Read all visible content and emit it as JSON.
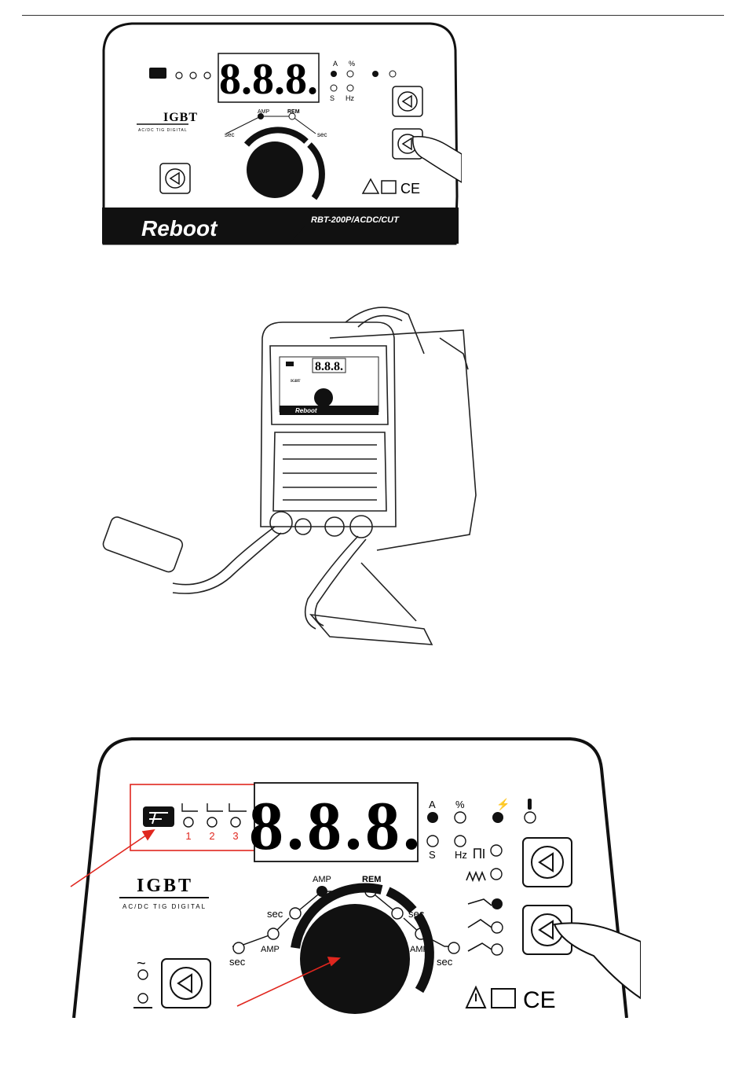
{
  "panel": {
    "brand_igbt": "IGBT",
    "brand_sub": "AC/DC TIG DIGITAL",
    "brand_logo": "Reboot",
    "model": "RBT-200P/ACDC/CUT",
    "display_value": "8.8.8.",
    "unit_a": "A",
    "unit_pct": "%",
    "unit_s": "S",
    "unit_hz": "Hz",
    "label_amp": "AMP",
    "label_rem": "REM",
    "label_sec": "sec",
    "memory_numbers": [
      "1",
      "2",
      "3"
    ]
  },
  "colors": {
    "annotation": "#e0261e",
    "panel_black": "#111111"
  }
}
